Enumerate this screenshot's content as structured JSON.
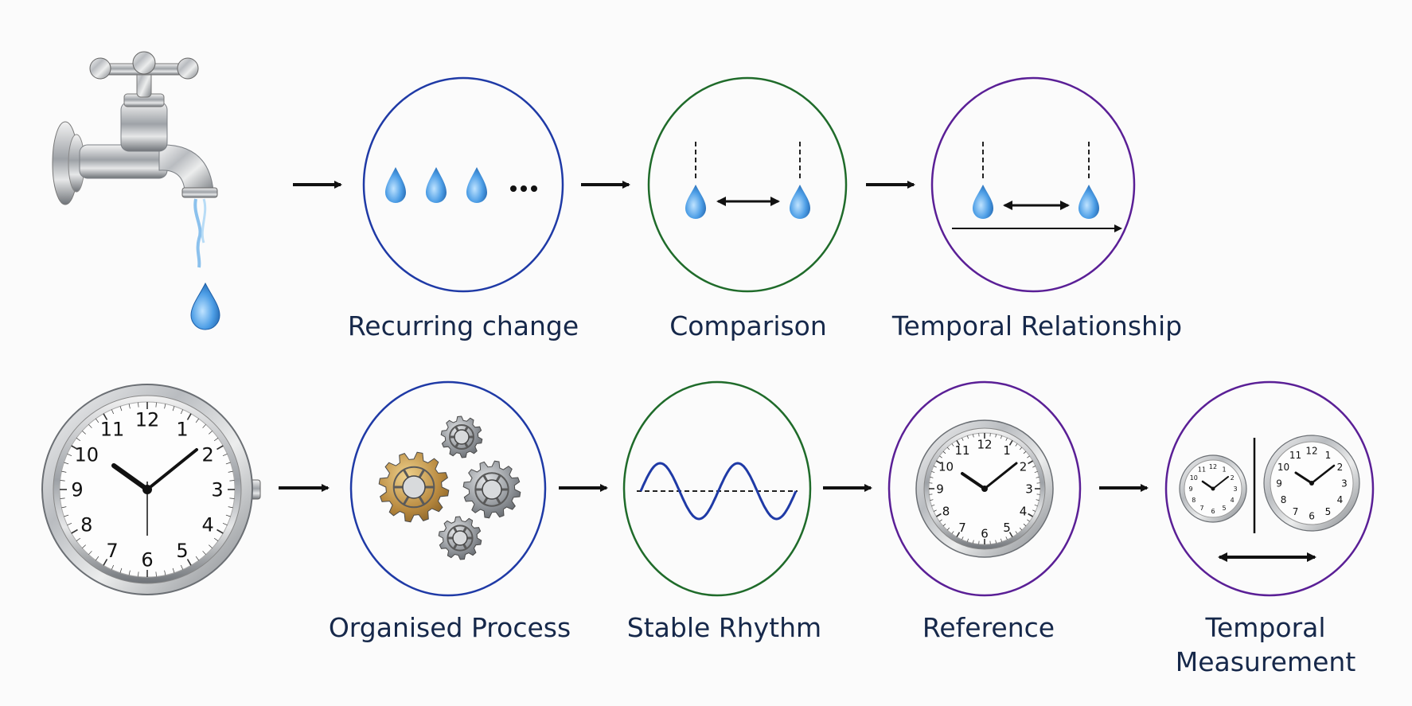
{
  "row1": {
    "labels": [
      "Recurring change",
      "Comparison",
      "Temporal Relationship"
    ]
  },
  "row2": {
    "labels": [
      "Organised Process",
      "Stable Rhythm",
      "Reference",
      "Temporal",
      "Measurement"
    ]
  },
  "clock_numerals": [
    "12",
    "1",
    "2",
    "3",
    "4",
    "5",
    "6",
    "7",
    "8",
    "9",
    "10",
    "11"
  ],
  "colors": {
    "blue_ring": "#1f3aa6",
    "green_ring": "#1f6b2a",
    "purple_ring": "#5a1f96",
    "label_text": "#16284a",
    "water": "#3a8ad6"
  },
  "icons": [
    "faucet-icon",
    "water-drop-icon",
    "ellipsis-icon",
    "double-arrow-icon",
    "gears-icon",
    "sine-wave-icon",
    "clock-icon"
  ]
}
